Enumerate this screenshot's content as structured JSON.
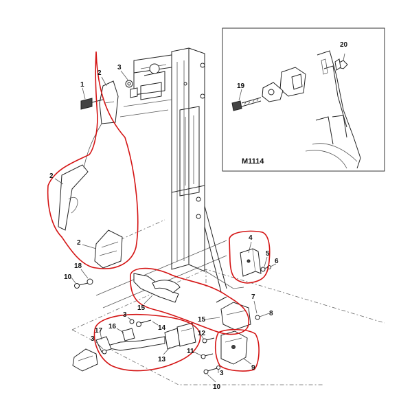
{
  "inset": {
    "code": "M1114"
  },
  "callouts": [
    {
      "id": "c1",
      "text": "1"
    },
    {
      "id": "c2a",
      "text": "2"
    },
    {
      "id": "c3a",
      "text": "3"
    },
    {
      "id": "c2b",
      "text": "2"
    },
    {
      "id": "c2c",
      "text": "2"
    },
    {
      "id": "c18",
      "text": "18"
    },
    {
      "id": "c10a",
      "text": "10"
    },
    {
      "id": "c4",
      "text": "4"
    },
    {
      "id": "c5",
      "text": "5"
    },
    {
      "id": "c6",
      "text": "6"
    },
    {
      "id": "c7",
      "text": "7"
    },
    {
      "id": "c8",
      "text": "8"
    },
    {
      "id": "c15a",
      "text": "15"
    },
    {
      "id": "c15b",
      "text": "15"
    },
    {
      "id": "c3b",
      "text": "3"
    },
    {
      "id": "c16",
      "text": "16"
    },
    {
      "id": "c14",
      "text": "14"
    },
    {
      "id": "c17",
      "text": "17"
    },
    {
      "id": "c3c",
      "text": "3"
    },
    {
      "id": "c13",
      "text": "13"
    },
    {
      "id": "c12",
      "text": "12"
    },
    {
      "id": "c11",
      "text": "11"
    },
    {
      "id": "c9",
      "text": "9"
    },
    {
      "id": "c3d",
      "text": "3"
    },
    {
      "id": "c10b",
      "text": "10"
    },
    {
      "id": "c19",
      "text": "19"
    },
    {
      "id": "c20",
      "text": "20"
    }
  ]
}
